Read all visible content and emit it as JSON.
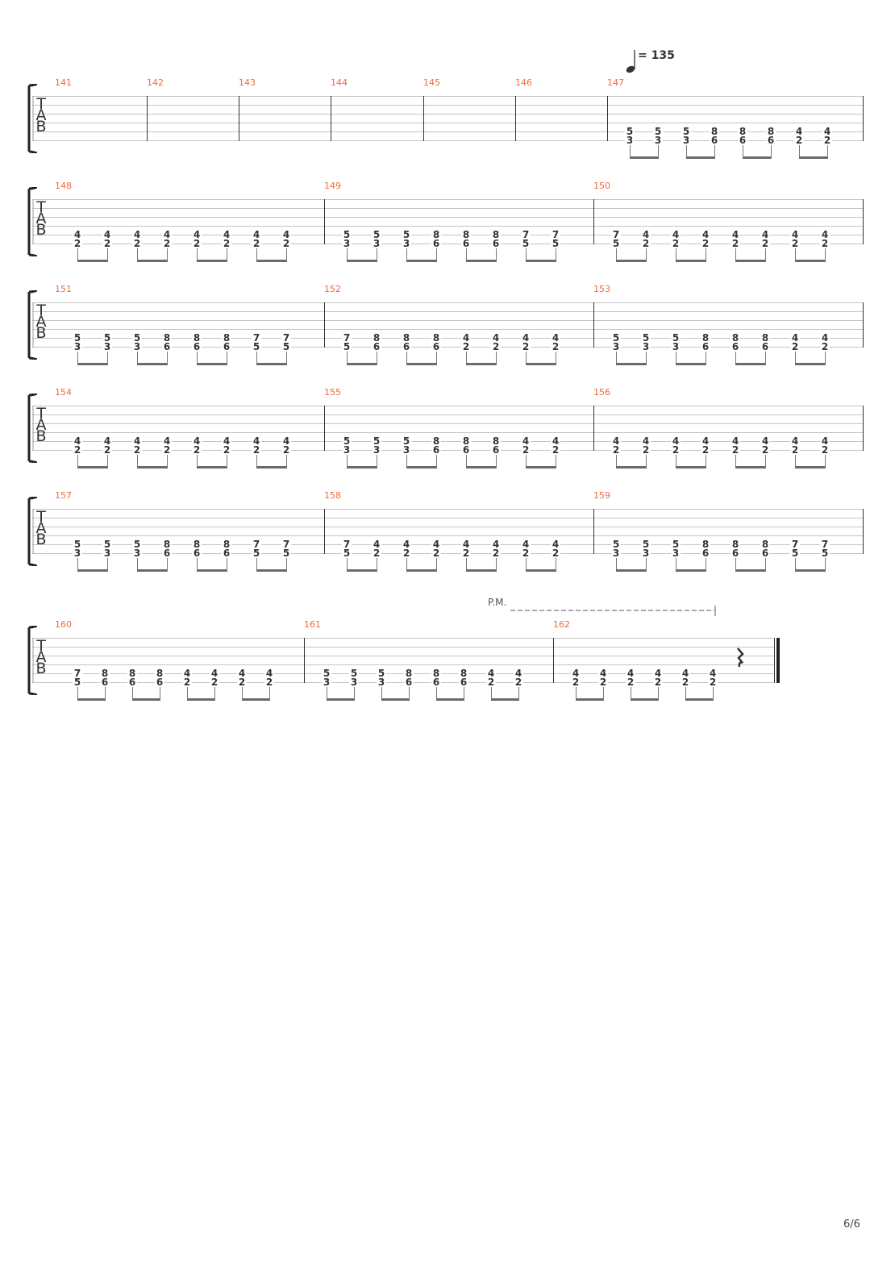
{
  "tempo": {
    "icon": "quarter-note-icon",
    "value": "= 135"
  },
  "clef": [
    "T",
    "A",
    "B"
  ],
  "palm_mute": "P.M.",
  "page_number": "6/6",
  "colors": {
    "measure_number": "#f26b3a",
    "staff_line": "#c4c4c4",
    "text": "#333333"
  },
  "systems": [
    {
      "measures": [
        {
          "number": "141",
          "notes": []
        },
        {
          "number": "142",
          "notes": []
        },
        {
          "number": "143",
          "notes": []
        },
        {
          "number": "144",
          "notes": []
        },
        {
          "number": "145",
          "notes": []
        },
        {
          "number": "146",
          "notes": []
        },
        {
          "number": "147",
          "notes": [
            [
              "5",
              "3"
            ],
            [
              "5",
              "3"
            ],
            [
              "5",
              "3"
            ],
            [
              "8",
              "6"
            ],
            [
              "8",
              "6"
            ],
            [
              "8",
              "6"
            ],
            [
              "4",
              "2"
            ],
            [
              "4",
              "2"
            ]
          ]
        }
      ]
    },
    {
      "measures": [
        {
          "number": "148",
          "notes": [
            [
              "4",
              "2"
            ],
            [
              "4",
              "2"
            ],
            [
              "4",
              "2"
            ],
            [
              "4",
              "2"
            ],
            [
              "4",
              "2"
            ],
            [
              "4",
              "2"
            ],
            [
              "4",
              "2"
            ],
            [
              "4",
              "2"
            ]
          ]
        },
        {
          "number": "149",
          "notes": [
            [
              "5",
              "3"
            ],
            [
              "5",
              "3"
            ],
            [
              "5",
              "3"
            ],
            [
              "8",
              "6"
            ],
            [
              "8",
              "6"
            ],
            [
              "8",
              "6"
            ],
            [
              "7",
              "5"
            ],
            [
              "7",
              "5"
            ]
          ]
        },
        {
          "number": "150",
          "notes": [
            [
              "7",
              "5"
            ],
            [
              "4",
              "2"
            ],
            [
              "4",
              "2"
            ],
            [
              "4",
              "2"
            ],
            [
              "4",
              "2"
            ],
            [
              "4",
              "2"
            ],
            [
              "4",
              "2"
            ],
            [
              "4",
              "2"
            ]
          ]
        }
      ]
    },
    {
      "measures": [
        {
          "number": "151",
          "notes": [
            [
              "5",
              "3"
            ],
            [
              "5",
              "3"
            ],
            [
              "5",
              "3"
            ],
            [
              "8",
              "6"
            ],
            [
              "8",
              "6"
            ],
            [
              "8",
              "6"
            ],
            [
              "7",
              "5"
            ],
            [
              "7",
              "5"
            ]
          ]
        },
        {
          "number": "152",
          "notes": [
            [
              "7",
              "5"
            ],
            [
              "8",
              "6"
            ],
            [
              "8",
              "6"
            ],
            [
              "8",
              "6"
            ],
            [
              "4",
              "2"
            ],
            [
              "4",
              "2"
            ],
            [
              "4",
              "2"
            ],
            [
              "4",
              "2"
            ]
          ]
        },
        {
          "number": "153",
          "notes": [
            [
              "5",
              "3"
            ],
            [
              "5",
              "3"
            ],
            [
              "5",
              "3"
            ],
            [
              "8",
              "6"
            ],
            [
              "8",
              "6"
            ],
            [
              "8",
              "6"
            ],
            [
              "4",
              "2"
            ],
            [
              "4",
              "2"
            ]
          ]
        }
      ]
    },
    {
      "measures": [
        {
          "number": "154",
          "notes": [
            [
              "4",
              "2"
            ],
            [
              "4",
              "2"
            ],
            [
              "4",
              "2"
            ],
            [
              "4",
              "2"
            ],
            [
              "4",
              "2"
            ],
            [
              "4",
              "2"
            ],
            [
              "4",
              "2"
            ],
            [
              "4",
              "2"
            ]
          ]
        },
        {
          "number": "155",
          "notes": [
            [
              "5",
              "3"
            ],
            [
              "5",
              "3"
            ],
            [
              "5",
              "3"
            ],
            [
              "8",
              "6"
            ],
            [
              "8",
              "6"
            ],
            [
              "8",
              "6"
            ],
            [
              "4",
              "2"
            ],
            [
              "4",
              "2"
            ]
          ]
        },
        {
          "number": "156",
          "notes": [
            [
              "4",
              "2"
            ],
            [
              "4",
              "2"
            ],
            [
              "4",
              "2"
            ],
            [
              "4",
              "2"
            ],
            [
              "4",
              "2"
            ],
            [
              "4",
              "2"
            ],
            [
              "4",
              "2"
            ],
            [
              "4",
              "2"
            ]
          ]
        }
      ]
    },
    {
      "measures": [
        {
          "number": "157",
          "notes": [
            [
              "5",
              "3"
            ],
            [
              "5",
              "3"
            ],
            [
              "5",
              "3"
            ],
            [
              "8",
              "6"
            ],
            [
              "8",
              "6"
            ],
            [
              "8",
              "6"
            ],
            [
              "7",
              "5"
            ],
            [
              "7",
              "5"
            ]
          ]
        },
        {
          "number": "158",
          "notes": [
            [
              "7",
              "5"
            ],
            [
              "4",
              "2"
            ],
            [
              "4",
              "2"
            ],
            [
              "4",
              "2"
            ],
            [
              "4",
              "2"
            ],
            [
              "4",
              "2"
            ],
            [
              "4",
              "2"
            ],
            [
              "4",
              "2"
            ]
          ]
        },
        {
          "number": "159",
          "notes": [
            [
              "5",
              "3"
            ],
            [
              "5",
              "3"
            ],
            [
              "5",
              "3"
            ],
            [
              "8",
              "6"
            ],
            [
              "8",
              "6"
            ],
            [
              "8",
              "6"
            ],
            [
              "7",
              "5"
            ],
            [
              "7",
              "5"
            ]
          ]
        }
      ]
    },
    {
      "measures": [
        {
          "number": "160",
          "notes": [
            [
              "7",
              "5"
            ],
            [
              "8",
              "6"
            ],
            [
              "8",
              "6"
            ],
            [
              "8",
              "6"
            ],
            [
              "4",
              "2"
            ],
            [
              "4",
              "2"
            ],
            [
              "4",
              "2"
            ],
            [
              "4",
              "2"
            ]
          ]
        },
        {
          "number": "161",
          "notes": [
            [
              "5",
              "3"
            ],
            [
              "5",
              "3"
            ],
            [
              "5",
              "3"
            ],
            [
              "8",
              "6"
            ],
            [
              "8",
              "6"
            ],
            [
              "8",
              "6"
            ],
            [
              "4",
              "2"
            ],
            [
              "4",
              "2"
            ]
          ]
        },
        {
          "number": "162",
          "notes": [
            [
              "4",
              "2"
            ],
            [
              "4",
              "2"
            ],
            [
              "4",
              "2"
            ],
            [
              "4",
              "2"
            ],
            [
              "4",
              "2"
            ],
            [
              "4",
              "2"
            ]
          ],
          "rest": "quarter-rest"
        }
      ]
    }
  ]
}
